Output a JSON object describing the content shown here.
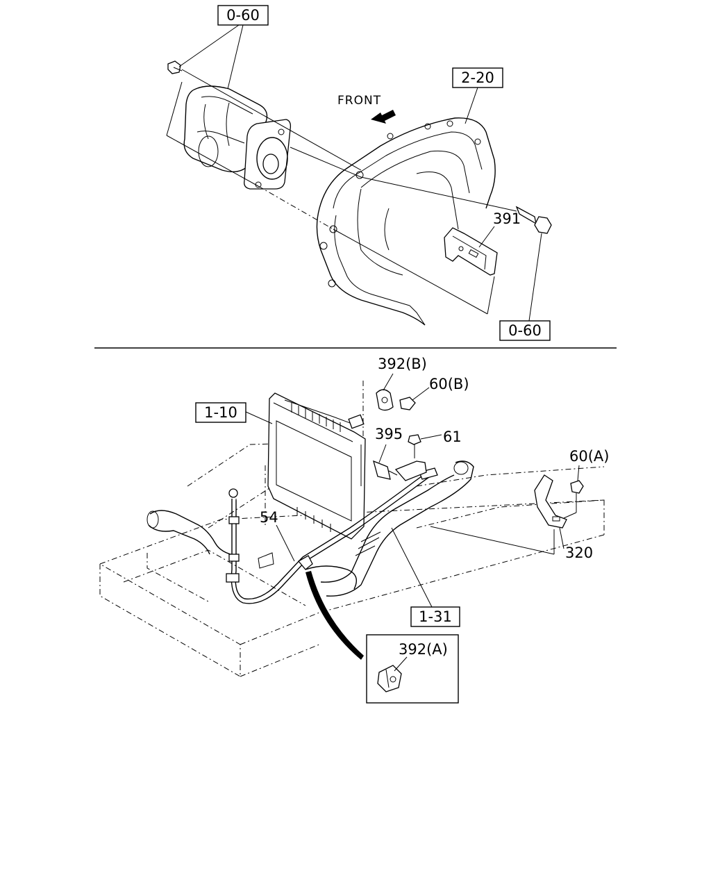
{
  "top_section": {
    "ref_0_60_top": "0-60",
    "ref_2_20": "2-20",
    "front_label": "FRONT",
    "part_391": "391",
    "ref_0_60_bottom": "0-60"
  },
  "bottom_section": {
    "part_392b": "392(B)",
    "part_60b": "60(B)",
    "ref_1_10": "1-10",
    "part_395": "395",
    "part_61": "61",
    "part_60a": "60(A)",
    "part_54": "54",
    "part_320": "320",
    "ref_1_31": "1-31",
    "part_392a": "392(A)"
  },
  "icons": [
    "front-arrow-icon",
    "bolt-icon",
    "clip-icon",
    "bracket-icon",
    "radiator-icon",
    "transmission-housing-icon",
    "starter-motor-icon"
  ]
}
